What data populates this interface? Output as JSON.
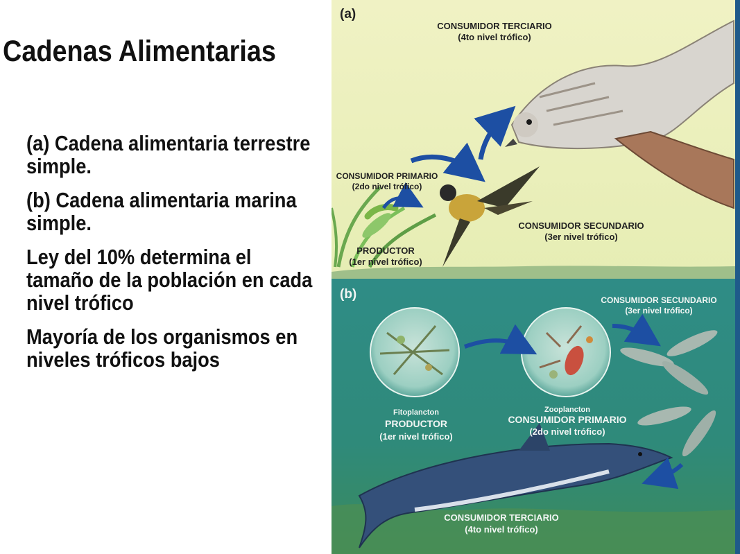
{
  "slide": {
    "title": "Cadenas Alimentarias",
    "bullets": [
      "(a) Cadena alimentaria terrestre simple.",
      "(b) Cadena alimentaria marina simple.",
      "Ley del 10% determina el tamaño de la población en cada nivel trófico",
      "Mayoría de los organismos en niveles tróficos bajos"
    ]
  },
  "figure": {
    "panel_a": {
      "letter": "(a)",
      "tertiary_title": "CONSUMIDOR TERCIARIO",
      "tertiary_level": "(4to nivel trófico)",
      "primary_title": "CONSUMIDOR PRIMARIO",
      "primary_level": "(2do nivel trófico)",
      "secondary_title": "CONSUMIDOR SECUNDARIO",
      "secondary_level": "(3er nivel trófico)",
      "producer_title": "PRODUCTOR",
      "producer_level": "(1er nivel trófico)"
    },
    "panel_b": {
      "letter": "(b)",
      "secondary_title": "CONSUMIDOR SECUNDARIO",
      "secondary_level": "(3er nivel trófico)",
      "phyto_name": "Fitoplancton",
      "producer_title": "PRODUCTOR",
      "producer_level": "(1er nivel trófico)",
      "zoo_name": "Zooplancton",
      "primary_title": "CONSUMIDOR PRIMARIO",
      "primary_level": "(2do nivel trófico)",
      "tertiary_title": "CONSUMIDOR TERCIARIO",
      "tertiary_level": "(4to nivel trófico)"
    },
    "colors": {
      "sky": "#ecf0b8",
      "sea_top": "#2f8c86",
      "sea_bottom": "#3b8a5c",
      "arrow": "#1d4fa3"
    }
  }
}
